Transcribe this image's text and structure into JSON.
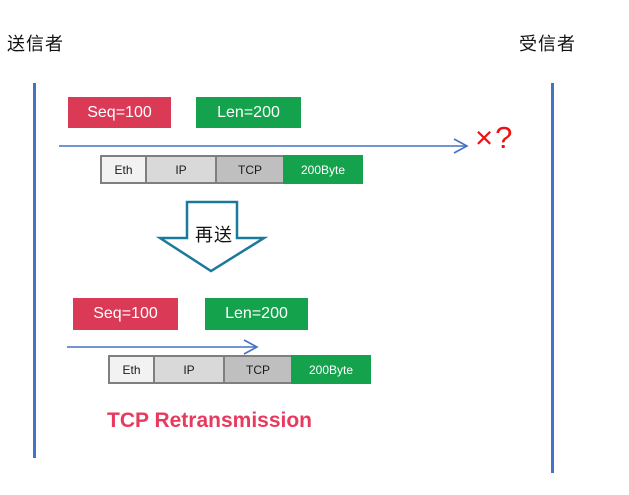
{
  "diagram": {
    "sender_label": "送信者",
    "receiver_label": "受信者",
    "lost_marker": "×?",
    "retransmit_label": "再送",
    "caption": "TCP Retransmission"
  },
  "first_transmission": {
    "seq_badge": "Seq=100",
    "len_badge": "Len=200",
    "packet_cells": [
      "Eth",
      "IP",
      "TCP",
      "200Byte"
    ]
  },
  "retransmission": {
    "seq_badge": "Seq=100",
    "len_badge": "Len=200",
    "packet_cells": [
      "Eth",
      "IP",
      "TCP",
      "200Byte"
    ]
  },
  "colors": {
    "lifeline_blue": "#4472C4",
    "seq_crimson": "#DB3A56",
    "len_green": "#14A24C",
    "lost_red": "#EE1111",
    "retransmit_arrow_teal": "#1B7A99",
    "caption_pink": "#E8395E",
    "eth_fill": "#F2F2F2",
    "ip_fill": "#D9D9D9",
    "tcp_fill": "#BFBFBF",
    "cell_border_gray": "#7F7F7F"
  }
}
